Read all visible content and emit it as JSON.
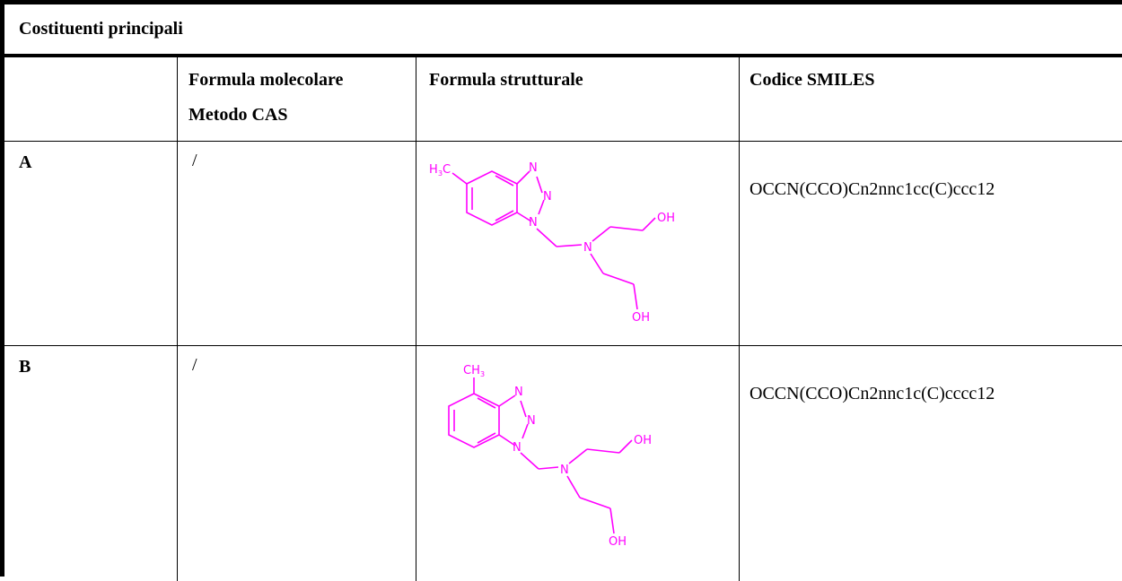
{
  "table": {
    "title": "Costituenti principali",
    "headers": {
      "formula_line1": "Formula molecolare",
      "formula_line2": "Metodo CAS",
      "structural": "Formula strutturale",
      "smiles": "Codice SMILES"
    },
    "rows": [
      {
        "label": "A",
        "formula": "/",
        "smiles": "OCCN(CCO)Cn2nnc1cc(C)ccc12",
        "structure": {
          "methyl": "H",
          "methyl_sub": "3",
          "methyl_c": "C",
          "n1": "N",
          "n2": "N",
          "n3": "N",
          "amine": "N",
          "oh1": "OH",
          "oh2": "OH"
        }
      },
      {
        "label": "B",
        "formula": "/",
        "smiles": "OCCN(CCO)Cn2nnc1c(C)cccc12",
        "structure": {
          "methyl": "CH",
          "methyl_sub": "3",
          "n1": "N",
          "n2": "N",
          "n3": "N",
          "amine": "N",
          "oh1": "OH",
          "oh2": "OH"
        }
      }
    ],
    "colors": {
      "structure": "#ff00ff",
      "border": "#000000"
    }
  }
}
